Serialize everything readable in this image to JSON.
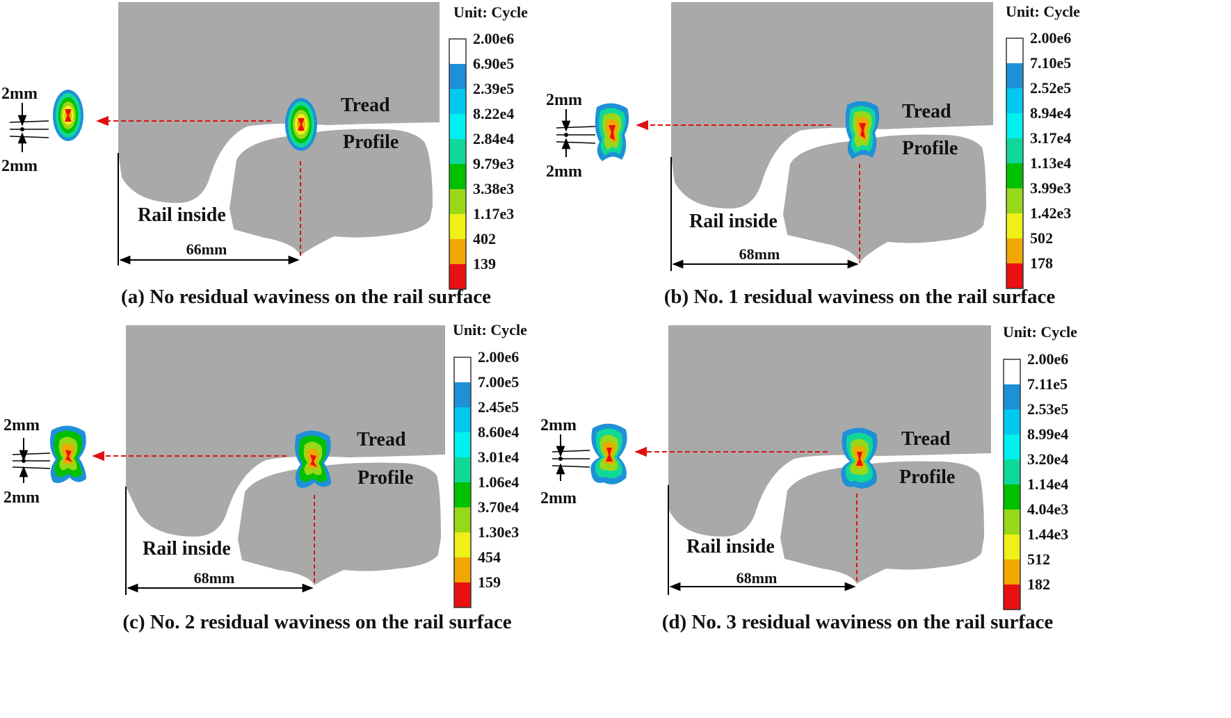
{
  "panels": [
    {
      "caption": "(a) No residual waviness on the rail surface",
      "unit_label": "Unit: Cycle",
      "legend_values": [
        "2.00e6",
        "6.90e5",
        "2.39e5",
        "8.22e4",
        "2.84e4",
        "9.79e3",
        "3.38e3",
        "1.17e3",
        "402",
        "139"
      ],
      "tread_label": "Tread",
      "profile_label": "Profile",
      "rail_inside_label": "Rail inside",
      "distance_label": "66mm",
      "spacing_top_label": "2mm",
      "spacing_bottom_label": "2mm"
    },
    {
      "caption": "(b) No. 1 residual waviness on the rail surface",
      "unit_label": "Unit: Cycle",
      "legend_values": [
        "2.00e6",
        "7.10e5",
        "2.52e5",
        "8.94e4",
        "3.17e4",
        "1.13e4",
        "3.99e3",
        "1.42e3",
        "502",
        "178"
      ],
      "tread_label": "Tread",
      "profile_label": "Profile",
      "rail_inside_label": "Rail inside",
      "distance_label": "68mm",
      "spacing_top_label": "2mm",
      "spacing_bottom_label": "2mm"
    },
    {
      "caption": "(c) No. 2 residual waviness on the rail surface",
      "unit_label": "Unit: Cycle",
      "legend_values": [
        "2.00e6",
        "7.00e5",
        "2.45e5",
        "8.60e4",
        "3.01e4",
        "1.06e4",
        "3.70e4",
        "1.30e3",
        "454",
        "159"
      ],
      "tread_label": "Tread",
      "profile_label": "Profile",
      "rail_inside_label": "Rail inside",
      "distance_label": "68mm",
      "spacing_top_label": "2mm",
      "spacing_bottom_label": "2mm"
    },
    {
      "caption": "(d) No. 3 residual waviness on the rail surface",
      "unit_label": "Unit: Cycle",
      "legend_values": [
        "2.00e6",
        "7.11e5",
        "2.53e5",
        "8.99e4",
        "3.20e4",
        "1.14e4",
        "4.04e3",
        "1.44e3",
        "512",
        "182"
      ],
      "tread_label": "Tread",
      "profile_label": "Profile",
      "rail_inside_label": "Rail inside",
      "distance_label": "68mm",
      "spacing_top_label": "2mm",
      "spacing_bottom_label": "2mm"
    }
  ],
  "colors": {
    "legend_scale": [
      "#ffffff",
      "#1e90d8",
      "#00c8f0",
      "#00f0f0",
      "#10d898",
      "#00c000",
      "#98d818",
      "#f0f018",
      "#f0a800",
      "#e81010"
    ],
    "steel_gray": "#a9a9a9",
    "guide_line": "#e01010"
  }
}
